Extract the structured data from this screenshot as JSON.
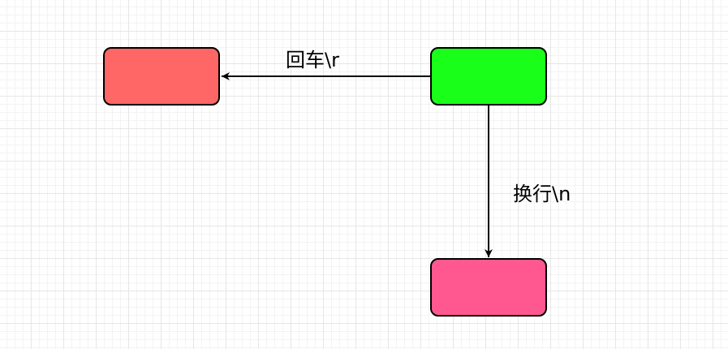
{
  "nodes": [
    {
      "id": "left",
      "color": "#ff6666"
    },
    {
      "id": "source",
      "color": "#1aff1a"
    },
    {
      "id": "bottom",
      "color": "#ff5891"
    }
  ],
  "edges": [
    {
      "from": "source",
      "to": "left",
      "label": "回车\\r"
    },
    {
      "from": "source",
      "to": "bottom",
      "label": "换行\\n"
    }
  ]
}
